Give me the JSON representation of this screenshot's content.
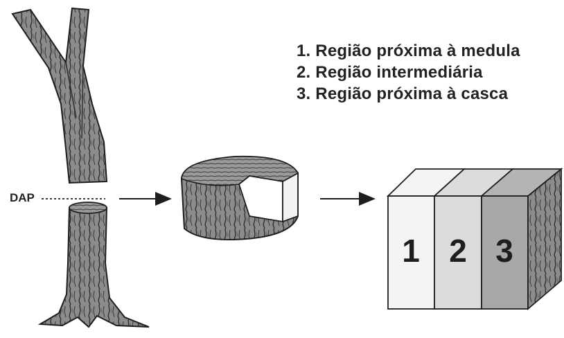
{
  "legend": {
    "item1": "1. Região próxima à medula",
    "item2": "2. Região intermediária",
    "item3": "3. Região próxima à casca"
  },
  "dap_label": "DAP",
  "block": {
    "region_numbers": [
      "1",
      "2",
      "3"
    ],
    "region_colors": [
      "#f4f4f4",
      "#dcdcdc",
      "#a8a8a8"
    ]
  },
  "colors": {
    "bark": "#8a8a8a",
    "bark_dark": "#3a3a3a",
    "outline": "#1e1e1e"
  }
}
